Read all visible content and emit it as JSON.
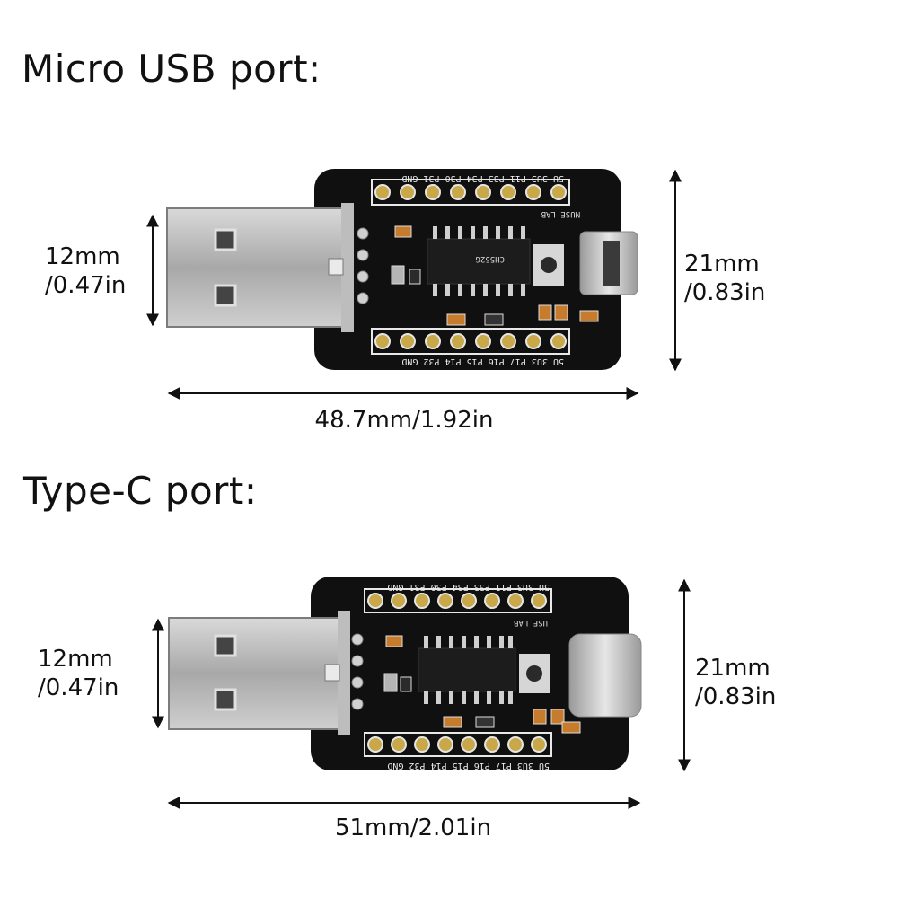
{
  "sections": {
    "micro": {
      "title": "Micro USB port:",
      "height_mm": "12mm",
      "height_in": "/0.47in",
      "board_height_mm": "21mm",
      "board_height_in": "/0.83in",
      "length": "48.7mm/1.92in",
      "top_pins": "5U 3U3 P11 P33 P34 P30 P31 GND",
      "bottom_pins": "5U 3U3 P17 P16 P15 P14 P32 GND",
      "chip": "CH552G",
      "brand": "MUSE LAB"
    },
    "typec": {
      "title": "Type-C port:",
      "height_mm": "12mm",
      "height_in": "/0.47in",
      "board_height_mm": "21mm",
      "board_height_in": "/0.83in",
      "length": "51mm/2.01in",
      "top_pins": "5U 3U3 P11 P33 P34 P30 P31 GND",
      "bottom_pins": "5U 3U3 P17 P16 P15 P14 P32 GND",
      "brand": "USE LAB"
    }
  },
  "colors": {
    "pcb": "#101010",
    "connector": "#b9b9b9",
    "arrow": "#111111"
  }
}
